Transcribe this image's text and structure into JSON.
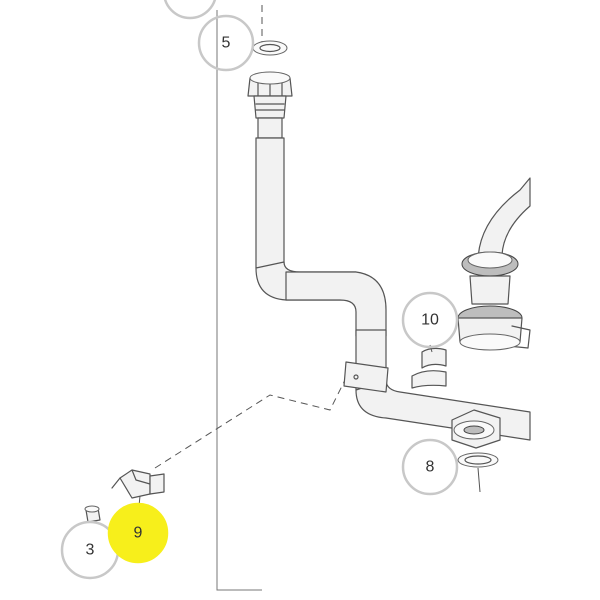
{
  "diagram": {
    "callouts": [
      {
        "id": "c3",
        "label": "3",
        "highlighted": false
      },
      {
        "id": "c5",
        "label": "5",
        "highlighted": false
      },
      {
        "id": "c8",
        "label": "8",
        "highlighted": false
      },
      {
        "id": "c9",
        "label": "9",
        "highlighted": true
      },
      {
        "id": "c10",
        "label": "10",
        "highlighted": false
      }
    ],
    "colors": {
      "highlight": "#f7ef1b",
      "callout_ring": "#c8c8c8",
      "line": "#555555"
    }
  }
}
